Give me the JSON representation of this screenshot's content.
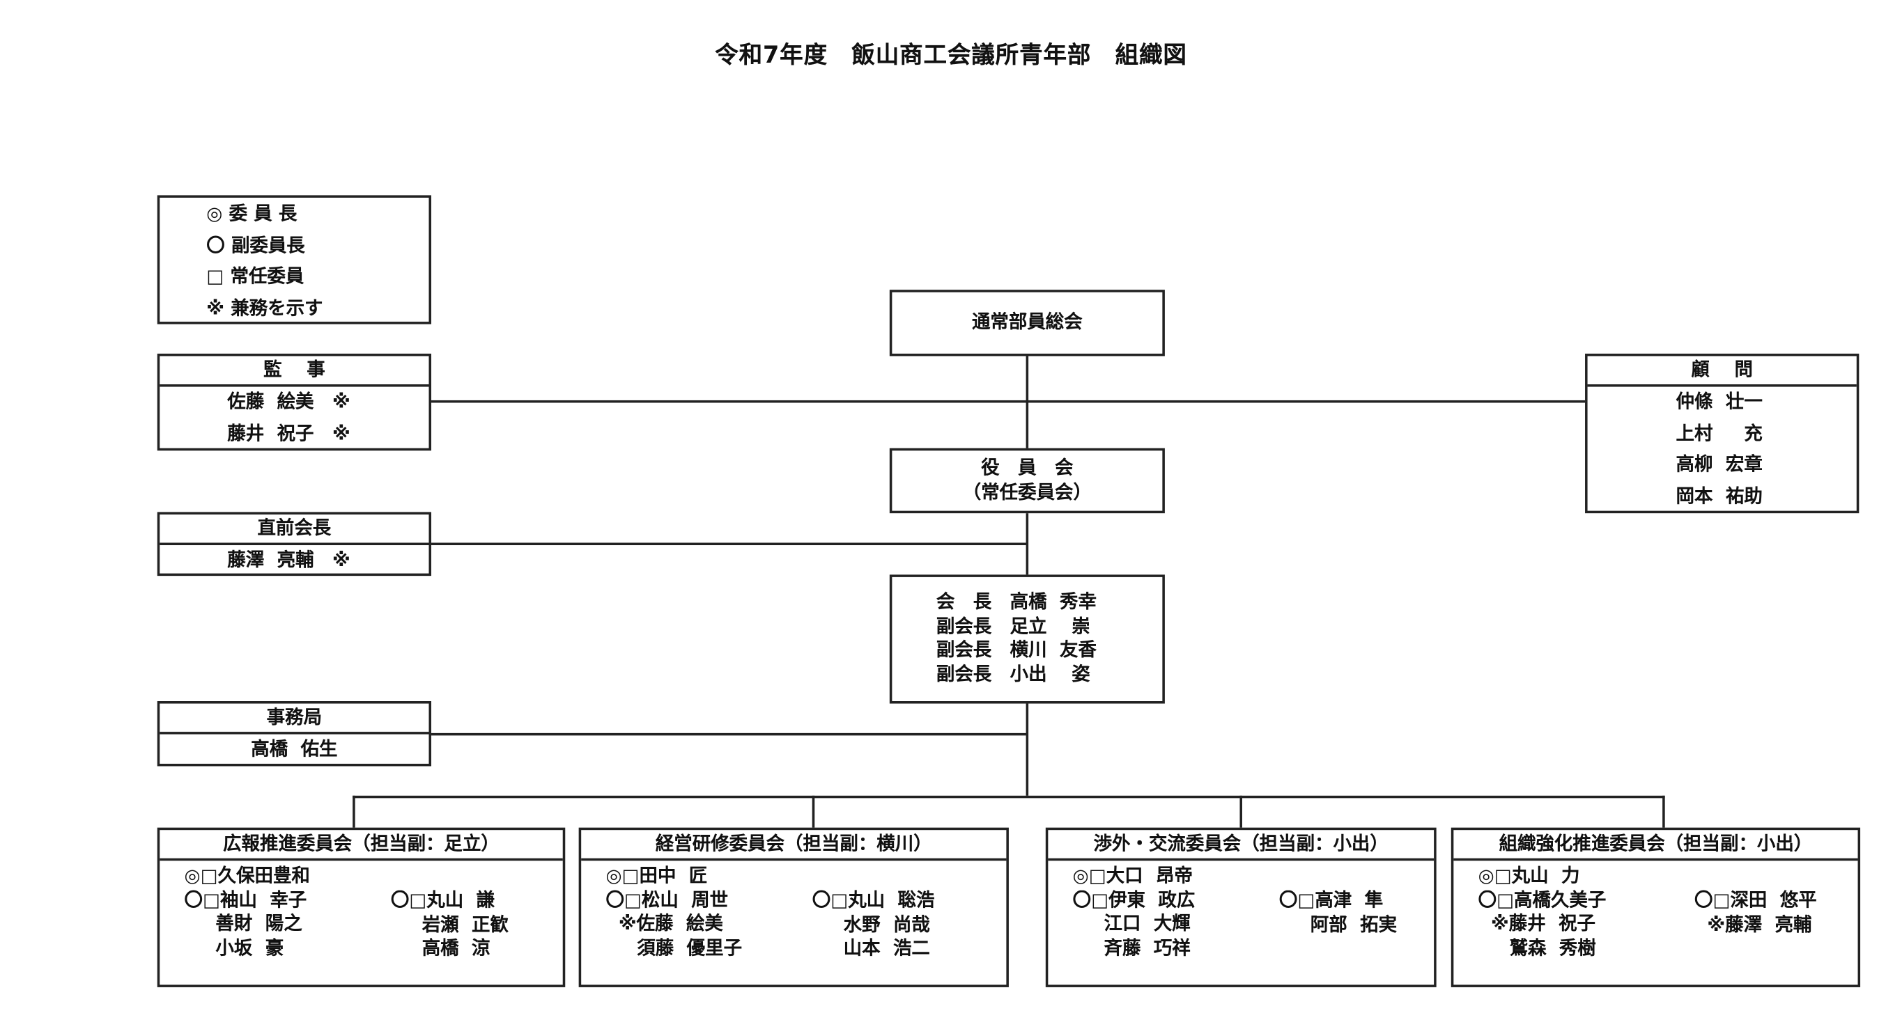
{
  "title": "令和7年度　飯山商工会議所青年部　組織図",
  "legend": [
    "◎ 委 員 長",
    "〇 副委員長",
    "□ 常任委員",
    "※ 兼務を示す"
  ],
  "auditors": {
    "title": "監　 事",
    "members": [
      "佐藤  絵美　※",
      "藤井  祝子　※"
    ]
  },
  "past_president": {
    "title": "直前会長",
    "members": [
      "藤澤  亮輔　※"
    ]
  },
  "secretariat": {
    "title": "事務局",
    "members": [
      "高橋  佑生"
    ]
  },
  "general_assembly": "通常部員総会",
  "board": {
    "line1": "役　員　会",
    "line2": "（常任委員会）"
  },
  "officers": [
    "会　長　高橋  秀幸",
    "副会長　足立 　崇",
    "副会長　横川  友香",
    "副会長　小出 　姿"
  ],
  "advisors": {
    "title": "顧　 問",
    "members": [
      "仲條  壮一",
      "上村 　 充",
      "高柳  宏章",
      "岡本  祐助"
    ]
  },
  "committees": [
    {
      "title": "広報推進委員会（担当副：足立）",
      "left": [
        "◎□久保田豊和",
        "〇□袖山  幸子",
        "　  善財  陽之",
        "　  小坂  豪"
      ],
      "right": [
        "〇□丸山  謙",
        "　  岩瀬  正歓",
        "　  高橋  涼"
      ]
    },
    {
      "title": "経営研修委員会（担当副：横川）",
      "left": [
        "◎□田中  匠",
        "〇□松山  周世",
        "  ※佐藤  絵美",
        "　  須藤  優里子"
      ],
      "right": [
        "〇□丸山  聡浩",
        "　  水野  尚哉",
        "　  山本  浩二"
      ]
    },
    {
      "title": "渉外・交流委員会（担当副：小出）",
      "left": [
        "◎□大口  昂帝",
        "〇□伊東  政広",
        "　  江口  大輝",
        "　  斉藤  巧祥"
      ],
      "right": [
        "〇□高津  隼",
        "　  阿部  拓実"
      ]
    },
    {
      "title": "組織強化推進委員会（担当副：小出）",
      "left": [
        "◎□丸山  力",
        "〇□高橋久美子",
        "  ※藤井  祝子",
        "　  鷲森  秀樹"
      ],
      "right": [
        "〇□深田  悠平",
        "  ※藤澤  亮輔"
      ]
    }
  ]
}
